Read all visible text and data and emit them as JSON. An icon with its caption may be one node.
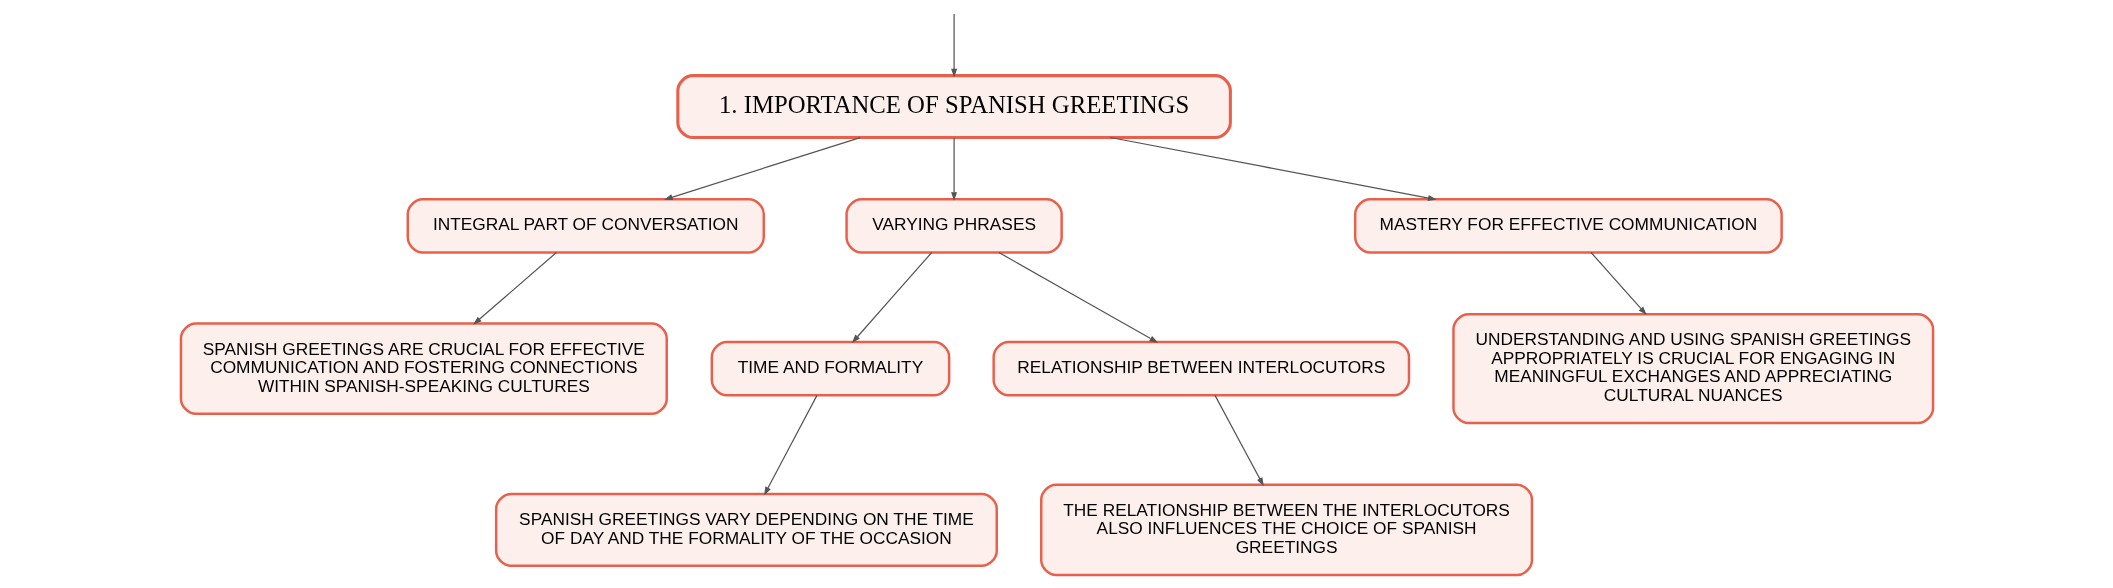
{
  "diagram": {
    "nodes": [
      {
        "text": [
          "1. IMPORTANCE OF SPANISH GREETINGS"
        ]
      },
      {
        "text": [
          "INTEGRAL PART OF CONVERSATION"
        ]
      },
      {
        "text": [
          "VARYING PHRASES"
        ]
      },
      {
        "text": [
          "MASTERY FOR EFFECTIVE COMMUNICATION"
        ]
      },
      {
        "text": [
          "SPANISH GREETINGS ARE CRUCIAL FOR EFFECTIVE COMMUNICATION AND FOSTERING CONNECTIONS WITHIN SPANISH-SPEAKING CULTURES"
        ]
      },
      {
        "text": [
          "TIME AND FORMALITY"
        ]
      },
      {
        "text": [
          "RELATIONSHIP BETWEEN INTERLOCUTORS"
        ]
      },
      {
        "text": [
          "SPANISH GREETINGS VARY DEPENDING ON THE TIME OF DAY AND THE FORMALITY OF THE OCCASION"
        ]
      },
      {
        "text": [
          "THE RELATIONSHIP BETWEEN THE INTERLOCUTORS ALSO INFLUENCES THE CHOICE OF SPANISH GREETINGS"
        ]
      },
      {
        "text": [
          "UNDERSTANDING AND USING SPANISH GREETINGS APPROPRIATELY IS CRUCIAL FOR ENGAGING IN MEANINGFUL EXCHANGES AND APPRECIATING CULTURAL NUANCES"
        ]
      }
    ],
    "edges": [
      {
        "from": null,
        "to": 0,
        "arrow": "to"
      },
      {
        "from": 0,
        "to": 1,
        "arrow": "to"
      },
      {
        "from": 0,
        "to": 2,
        "arrow": "to"
      },
      {
        "from": 0,
        "to": 3,
        "arrow": "to"
      },
      {
        "from": 1,
        "to": 4,
        "arrow": "to"
      },
      {
        "from": 2,
        "to": 5,
        "arrow": "to"
      },
      {
        "from": 2,
        "to": 6,
        "arrow": "to"
      },
      {
        "from": 5,
        "to": 7,
        "arrow": "to"
      },
      {
        "from": 6,
        "to": 8,
        "arrow": "to"
      },
      {
        "from": 3,
        "to": 9,
        "arrow": "to"
      }
    ]
  }
}
